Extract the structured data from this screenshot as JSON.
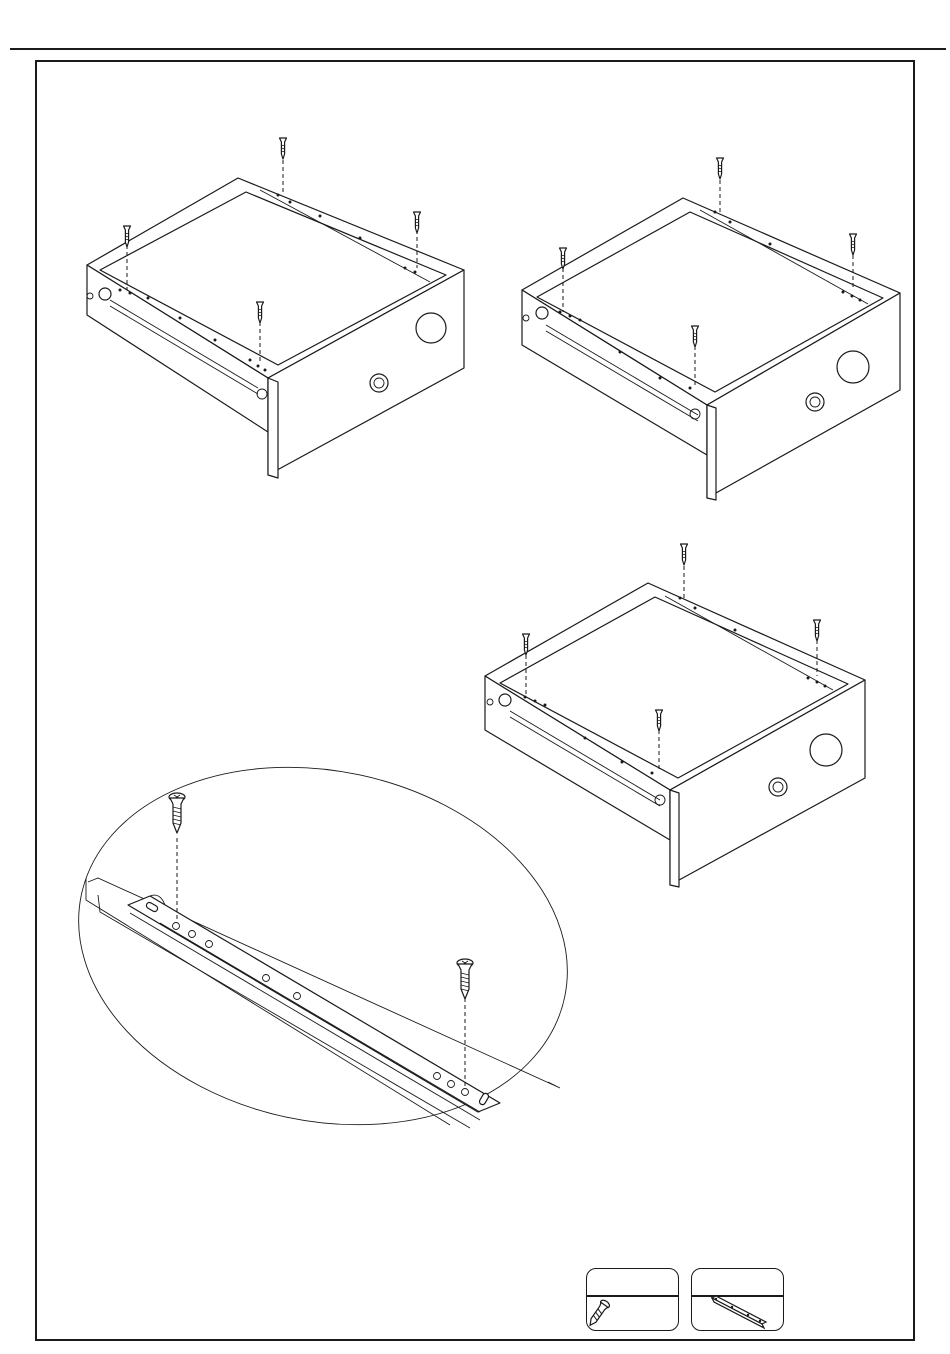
{
  "figure": {
    "views": [
      "drawer-view-1",
      "drawer-view-2",
      "drawer-view-3",
      "detail-view"
    ],
    "hardware": [
      {
        "name": "screw-icon",
        "quantity": ""
      },
      {
        "name": "drawer-slide-icon",
        "quantity": ""
      }
    ]
  }
}
